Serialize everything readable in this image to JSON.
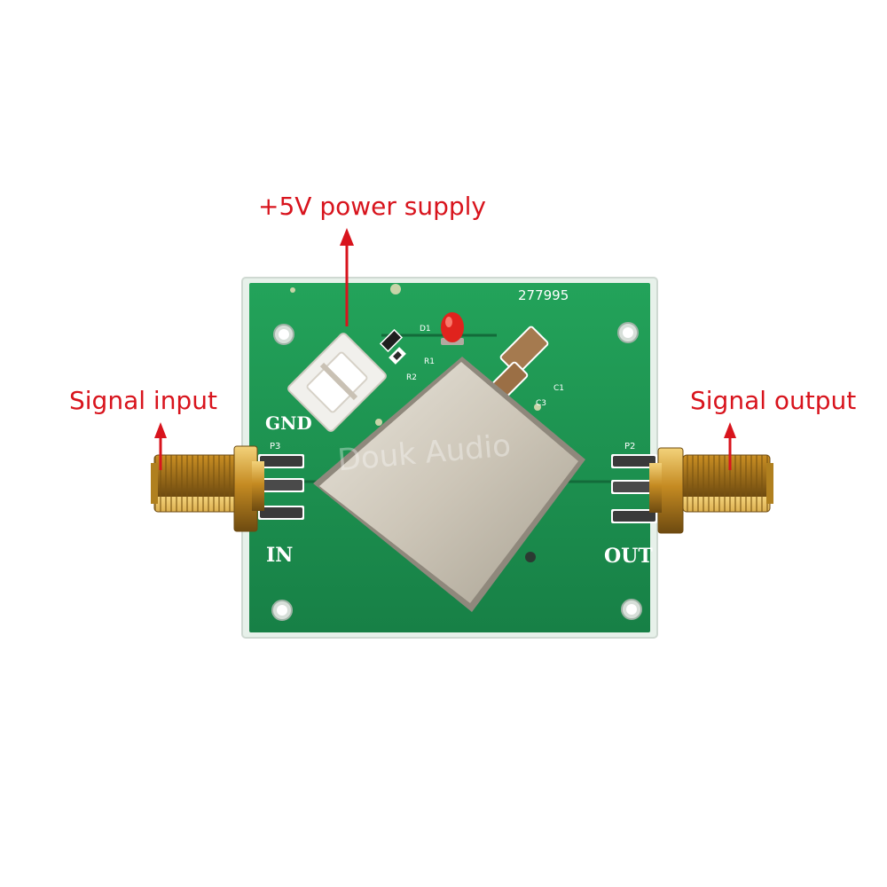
{
  "colors": {
    "callout_text": "#d8141d",
    "arrow": "#d8141d",
    "pcb_green": "#1f9a52",
    "pcb_edge": "#cfe6d6",
    "shield_metal": "#cfc8bb",
    "sma_gold": "#c9922a",
    "silkscreen": "#ffffff",
    "background": "#ffffff"
  },
  "callouts": {
    "power": "+5V power supply",
    "input": "Signal input",
    "output": "Signal output"
  },
  "board": {
    "part_number": "277995",
    "gnd": "GND",
    "in": "IN",
    "out": "OUT",
    "p3": "P3",
    "p2": "P2",
    "d1": "D1",
    "r1": "R1",
    "r2": "R2",
    "c1": "C1",
    "c3": "C3"
  },
  "watermark": "Douk Audio"
}
